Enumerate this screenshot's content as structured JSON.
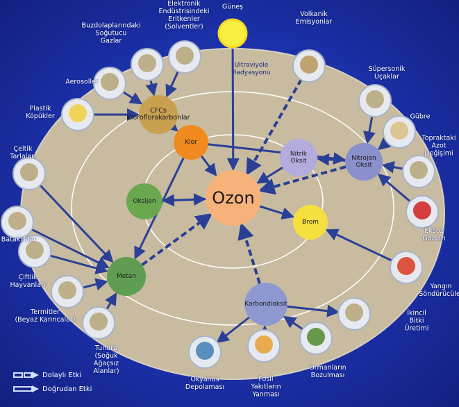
{
  "nodes": [
    {
      "id": "cfc",
      "label": "CFCs\nKloroflorakarbonlar",
      "color": "#c9a050"
    },
    {
      "id": "klor",
      "label": "Klor",
      "color": "#f08a1e"
    },
    {
      "id": "ozon",
      "label": "Ozon",
      "color": "#f7b27a"
    },
    {
      "id": "oksijen",
      "label": "Oksijen",
      "color": "#6aa84f"
    },
    {
      "id": "metan",
      "label": "Metan",
      "color": "#5f9e52"
    },
    {
      "id": "brom",
      "label": "Brom",
      "color": "#f5e040"
    },
    {
      "id": "nitrik",
      "label": "Nitrik\nOksit",
      "color": "#b3acdc"
    },
    {
      "id": "nitrojen",
      "label": "Nitrojen\nOksit",
      "color": "#8a90cc"
    },
    {
      "id": "karbon",
      "label": "Karbondioksit",
      "color": "#8e99d2"
    }
  ],
  "sources": [
    {
      "id": "aerosol",
      "label": "Aerosoller",
      "icon": "aerosol-can-icon"
    },
    {
      "id": "buzdolabi",
      "label": "Buzdolaplarındaki\nSoğutucu\nGazlar",
      "icon": "refrigerator-icon"
    },
    {
      "id": "elektronik",
      "label": "Elektronik\nEndüstrisindeki\nEritkenler\n(Solventler)",
      "icon": "circuit-board-icon"
    },
    {
      "id": "gunes",
      "label": "Güneş",
      "icon": "sun-icon"
    },
    {
      "id": "volkan",
      "label": "Volkanik\nEmisyonlar",
      "icon": "volcano-icon"
    },
    {
      "id": "ucak",
      "label": "Süpersonik\nUçaklar",
      "icon": "airplane-icon"
    },
    {
      "id": "gubre",
      "label": "Gübre",
      "icon": "fertilizer-bag-icon"
    },
    {
      "id": "toprak",
      "label": "Topraktaki\nAzot\nDeğişimi",
      "icon": "soil-icon"
    },
    {
      "id": "eksoz",
      "label": "Eksoz\nGazları",
      "icon": "car-icon"
    },
    {
      "id": "yangin",
      "label": "Yangın\nSöndürücüler",
      "icon": "fire-extinguisher-icon"
    },
    {
      "id": "ikincil",
      "label": "İkincil\nBitki\nÜretimi",
      "icon": "plants-icon"
    },
    {
      "id": "orman",
      "label": "Ormanların\nBozulması",
      "icon": "tree-icon"
    },
    {
      "id": "fosil",
      "label": "Fosil\nYakıtların\nYanması",
      "icon": "fire-icon"
    },
    {
      "id": "okyanus",
      "label": "Okyanus\nDepolaması",
      "icon": "wave-icon"
    },
    {
      "id": "tundra",
      "label": "Tundra\n(Soğuk\nAğaçsız\nAlanlar)",
      "icon": "tundra-icon"
    },
    {
      "id": "termit",
      "label": "Termitler\n(Beyaz Karıncalar)",
      "icon": "termite-mound-icon"
    },
    {
      "id": "ciftlik",
      "label": "Çiftlik\nHayvanları",
      "icon": "cow-icon"
    },
    {
      "id": "batak",
      "label": "Bataklıklar",
      "icon": "swamp-icon"
    },
    {
      "id": "celtik",
      "label": "Çeltik\nTarlaları",
      "icon": "rice-field-icon"
    },
    {
      "id": "plastik",
      "label": "Plastik\nKöpükler",
      "icon": "foam-block-icon"
    }
  ],
  "uv_label": "Ultraviyole\nRadyasyonu",
  "legend": {
    "indirect": "Dolaylı Etki",
    "direct": "Doğrudan Etki"
  },
  "colors": {
    "background": "#1b2fa6",
    "ground": "#c8bba0",
    "arrow": "#2a3f96"
  }
}
